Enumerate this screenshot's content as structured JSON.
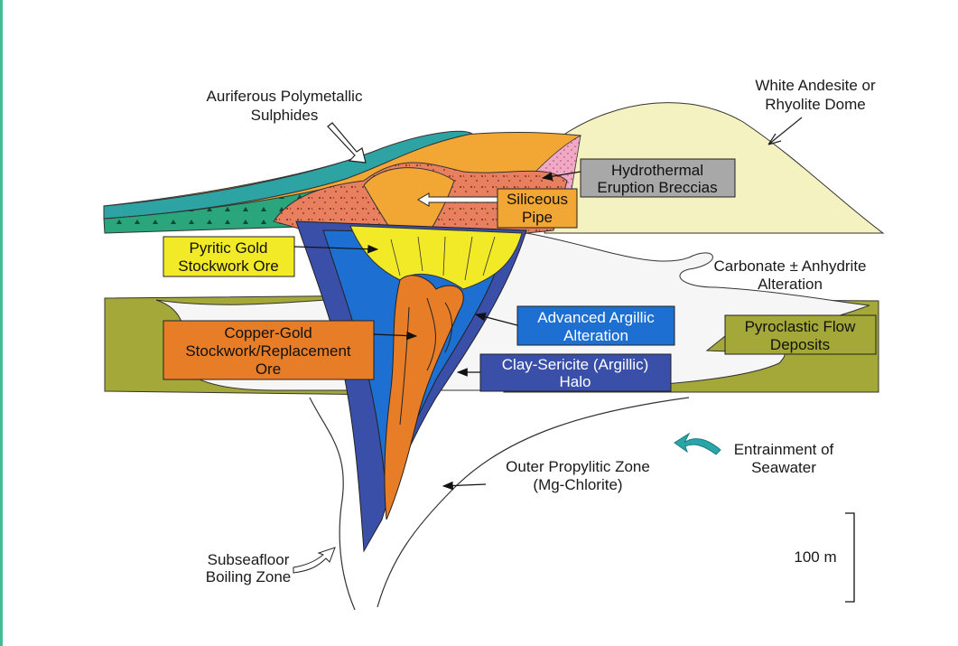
{
  "labels": {
    "auriferous": [
      "Auriferous Polymetallic",
      "Sulphides"
    ],
    "white_dome": [
      "White Andesite or",
      "Rhyolite Dome"
    ],
    "hydrothermal": [
      "Hydrothermal",
      "Eruption Breccias"
    ],
    "siliceous": [
      "Siliceous",
      "Pipe"
    ],
    "pyritic": [
      "Pyritic Gold",
      "Stockwork Ore"
    ],
    "carbonate": [
      "Carbonate ± Anhydrite",
      "Alteration"
    ],
    "advanced_argillic": [
      "Advanced Argillic",
      "Alteration"
    ],
    "pyroclastic": [
      "Pyroclastic Flow",
      "Deposits"
    ],
    "copper_gold": [
      "Copper-Gold",
      "Stockwork/Replacement",
      "Ore"
    ],
    "clay_sericite": [
      "Clay-Sericite (Argillic)",
      "Halo"
    ],
    "entrainment": [
      "Entrainment of",
      "Seawater"
    ],
    "outer_propylitic": [
      "Outer Propylitic Zone",
      "(Mg-Chlorite)"
    ],
    "subseafloor": [
      "Subseafloor",
      "Boiling Zone"
    ],
    "scale": "100 m"
  },
  "colors": {
    "dome": "#f5f2c2",
    "sulphide_orange": "#f2a735",
    "seawater_teal": "#2ea3a3",
    "breccia_salmon": "#e8805f",
    "breccia_pink": "#f0a8c4",
    "pyritic_yellow": "#f2ea27",
    "argillic_blue": "#3a4fa8",
    "advanced_blue": "#1d6fd1",
    "copper_orange": "#e87d28",
    "olive": "#a4a838",
    "hydrothermal_gray": "#a8a8a8",
    "frame_green": "#3fbf93"
  }
}
